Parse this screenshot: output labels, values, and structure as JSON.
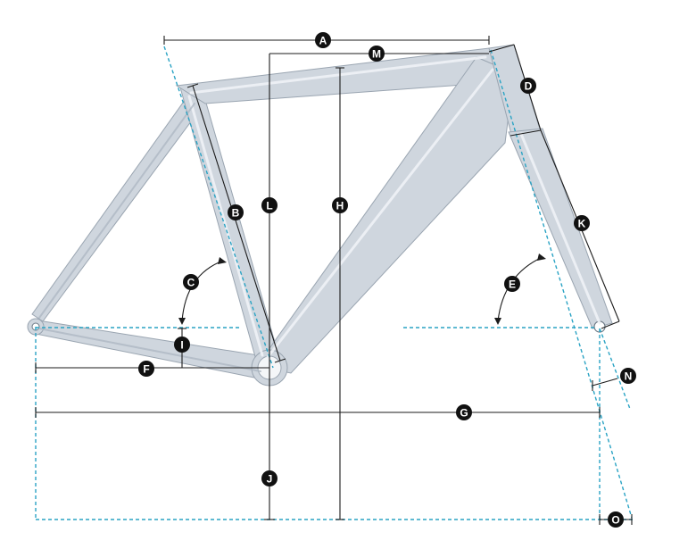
{
  "colors": {
    "frame": "#cfd6de",
    "frame_outline": "#9aa5b1",
    "dimension_line": "#1b1b1b",
    "guide_line": "#2aa3c4",
    "label_marker": "#111111"
  },
  "labels": {
    "A": "A",
    "B": "B",
    "C": "C",
    "D": "D",
    "E": "E",
    "F": "F",
    "G": "G",
    "H": "H",
    "I": "I",
    "J": "J",
    "K": "K",
    "L": "L",
    "M": "M",
    "N": "N",
    "O": "O"
  }
}
